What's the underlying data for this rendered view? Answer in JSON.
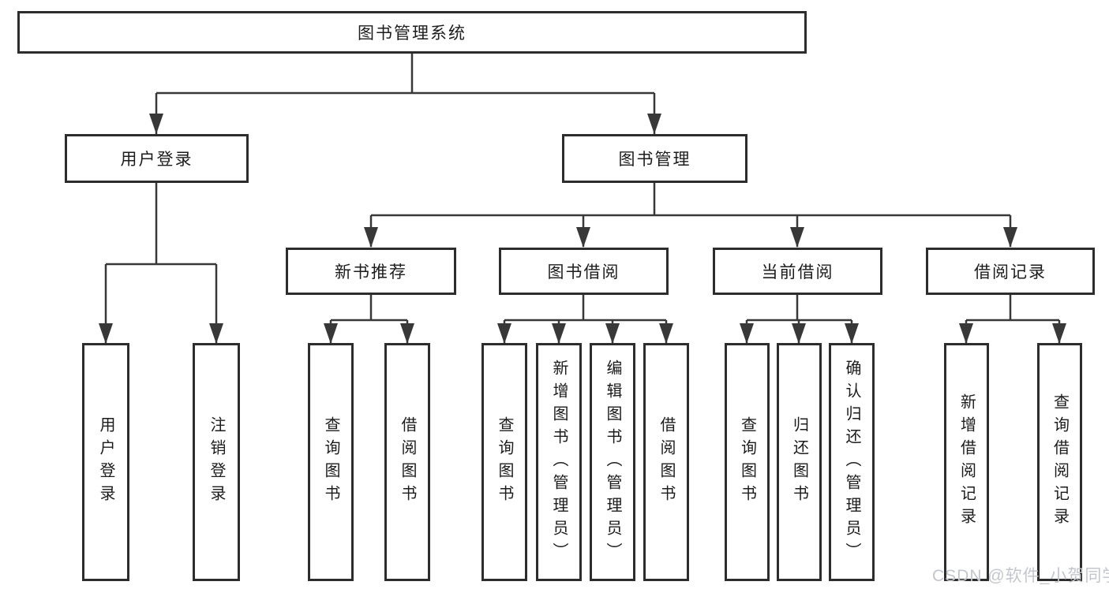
{
  "colors": {
    "line": "#383838",
    "box_border": "#2d2d2d",
    "text": "#1c1c1e",
    "background": "#ffffff",
    "watermark": "#c3c6cd"
  },
  "watermark": {
    "text": "CSDN @软件_小贺同学"
  },
  "tree": {
    "root": {
      "label": "图书管理系统",
      "children": [
        {
          "label": "用户登录",
          "children": [
            {
              "label": "用户登录"
            },
            {
              "label": "注销登录"
            }
          ]
        },
        {
          "label": "图书管理",
          "children": [
            {
              "label": "新书推荐",
              "children": [
                {
                  "label": "查询图书"
                },
                {
                  "label": "借阅图书"
                }
              ]
            },
            {
              "label": "图书借阅",
              "children": [
                {
                  "label": "查询图书"
                },
                {
                  "label": "新增图书（管理员）"
                },
                {
                  "label": "编辑图书（管理员）"
                },
                {
                  "label": "借阅图书"
                }
              ]
            },
            {
              "label": "当前借阅",
              "children": [
                {
                  "label": "查询图书"
                },
                {
                  "label": "归还图书"
                },
                {
                  "label": "确认归还（管理员）"
                }
              ]
            },
            {
              "label": "借阅记录",
              "children": [
                {
                  "label": "新增借阅记录"
                },
                {
                  "label": "查询借阅记录"
                }
              ]
            }
          ]
        }
      ]
    }
  }
}
